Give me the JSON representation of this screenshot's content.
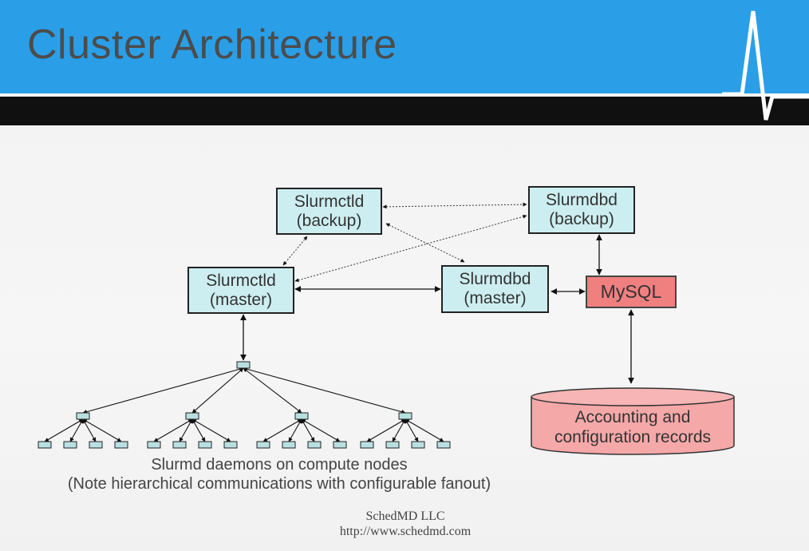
{
  "slide": {
    "title": "Cluster Architecture",
    "footer": {
      "company": "SchedMD LLC",
      "url": "http://www.schedmd.com"
    }
  },
  "diagram": {
    "nodes": {
      "slurmctld_backup": {
        "line1": "Slurmctld",
        "line2": "(backup)"
      },
      "slurmdbd_backup": {
        "line1": "Slurmdbd",
        "line2": "(backup)"
      },
      "slurmctld_master": {
        "line1": "Slurmctld",
        "line2": "(master)"
      },
      "slurmdbd_master": {
        "line1": "Slurmdbd",
        "line2": "(master)"
      },
      "mysql": {
        "label": "MySQL"
      },
      "records": {
        "line1": "Accounting and",
        "line2": "configuration records"
      }
    },
    "caption": {
      "line1": "Slurmd daemons on compute nodes",
      "line2": "(Note hierarchical communications with configurable fanout)"
    },
    "colors": {
      "header_blue": "#2a9fe8",
      "node_fill": "#cdeef0",
      "db_fill": "#f08080"
    }
  }
}
